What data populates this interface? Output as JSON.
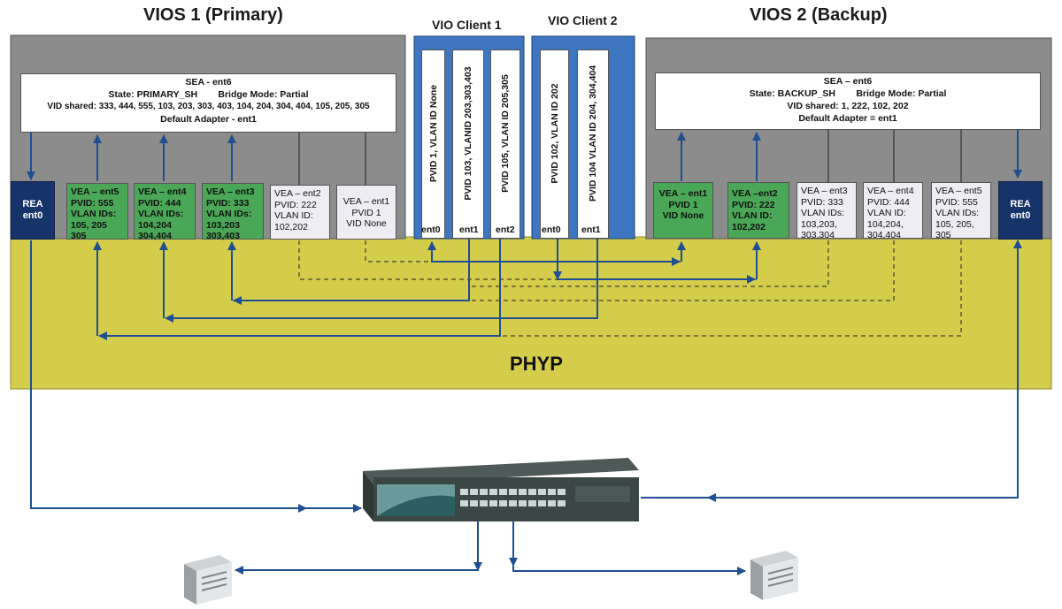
{
  "vios1": {
    "title": "VIOS 1 (Primary)",
    "sea": {
      "line1": "SEA - ent6",
      "line2": "State: PRIMARY_SH        Bridge Mode: Partial",
      "line3": "VID shared: 333, 444, 555, 103, 203, 303, 403, 104, 204, 304, 404, 105, 205, 305",
      "line4": "Default Adapter -  ent1"
    },
    "rea": {
      "l1": "REA",
      "l2": "ent0"
    },
    "veas": [
      {
        "l1": "VEA – ent5",
        "l2": "PVID: 555",
        "l3": "VLAN IDs:",
        "l4": "105, 205",
        "l5": "305"
      },
      {
        "l1": "VEA – ent4",
        "l2": "PVID: 444",
        "l3": "VLAN IDs:",
        "l4": "104,204",
        "l5": "304,404"
      },
      {
        "l1": "VEA – ent3",
        "l2": "PVID: 333",
        "l3": "VLAN IDs:",
        "l4": "103,203",
        "l5": "303,403"
      },
      {
        "l1": "VEA – ent2",
        "l2": "PVID: 222",
        "l3": "VLAN ID:",
        "l4": "102,202"
      },
      {
        "l1": "VEA – ent1",
        "l2": "PVID 1",
        "l3": "VID None"
      }
    ]
  },
  "client1": {
    "title": "VIO Client 1",
    "cols": [
      {
        "text": "PVID 1, VLAN ID None",
        "ent": "ent0"
      },
      {
        "text": "PVID 103, VLANID 203,303,403",
        "ent": "ent1"
      },
      {
        "text": "PVID 105, VLAN ID 205,305",
        "ent": "ent2"
      }
    ]
  },
  "client2": {
    "title": "VIO Client 2",
    "cols": [
      {
        "text": "PVID 102, VLAN ID 202",
        "ent": "ent0"
      },
      {
        "text": "PVID 104 VLAN ID 204, 304,404",
        "ent": "ent1"
      }
    ]
  },
  "vios2": {
    "title": "VIOS 2 (Backup)",
    "sea": {
      "line1": "SEA – ent6",
      "line2": "State: BACKUP_SH        Bridge Mode: Partial",
      "line3": "VID shared: 1, 222, 102, 202",
      "line4": "Default Adapter = ent1"
    },
    "rea": {
      "l1": "REA",
      "l2": "ent0"
    },
    "veas": [
      {
        "l1": "VEA – ent1",
        "l2": "PVID 1",
        "l3": "VID None"
      },
      {
        "l1": "VEA –ent2",
        "l2": "PVID: 222",
        "l3": "VLAN ID:",
        "l4": "102,202"
      },
      {
        "l1": "VEA – ent3",
        "l2": "PVID: 333",
        "l3": "VLAN IDs:",
        "l4": "103,203,",
        "l5": "303,304"
      },
      {
        "l1": "VEA – ent4",
        "l2": "PVID: 444",
        "l3": "VLAN ID:",
        "l4": "104,204,",
        "l5": "304,404"
      },
      {
        "l1": "VEA – ent5",
        "l2": "PVID: 555",
        "l3": "VLAN IDs:",
        "l4": "105, 205,",
        "l5": "305"
      }
    ]
  },
  "phyp": {
    "label": "PHYP"
  },
  "icons": {
    "switch": "network-switch-icon",
    "server": "server-icon"
  },
  "colors": {
    "phyp": "#d4cd4c",
    "vios_bg": "#8c8c8c",
    "client_bg": "#3f76c2",
    "vea_green": "#4aa758",
    "rea": "#16336a",
    "line": "#1f4e91"
  }
}
